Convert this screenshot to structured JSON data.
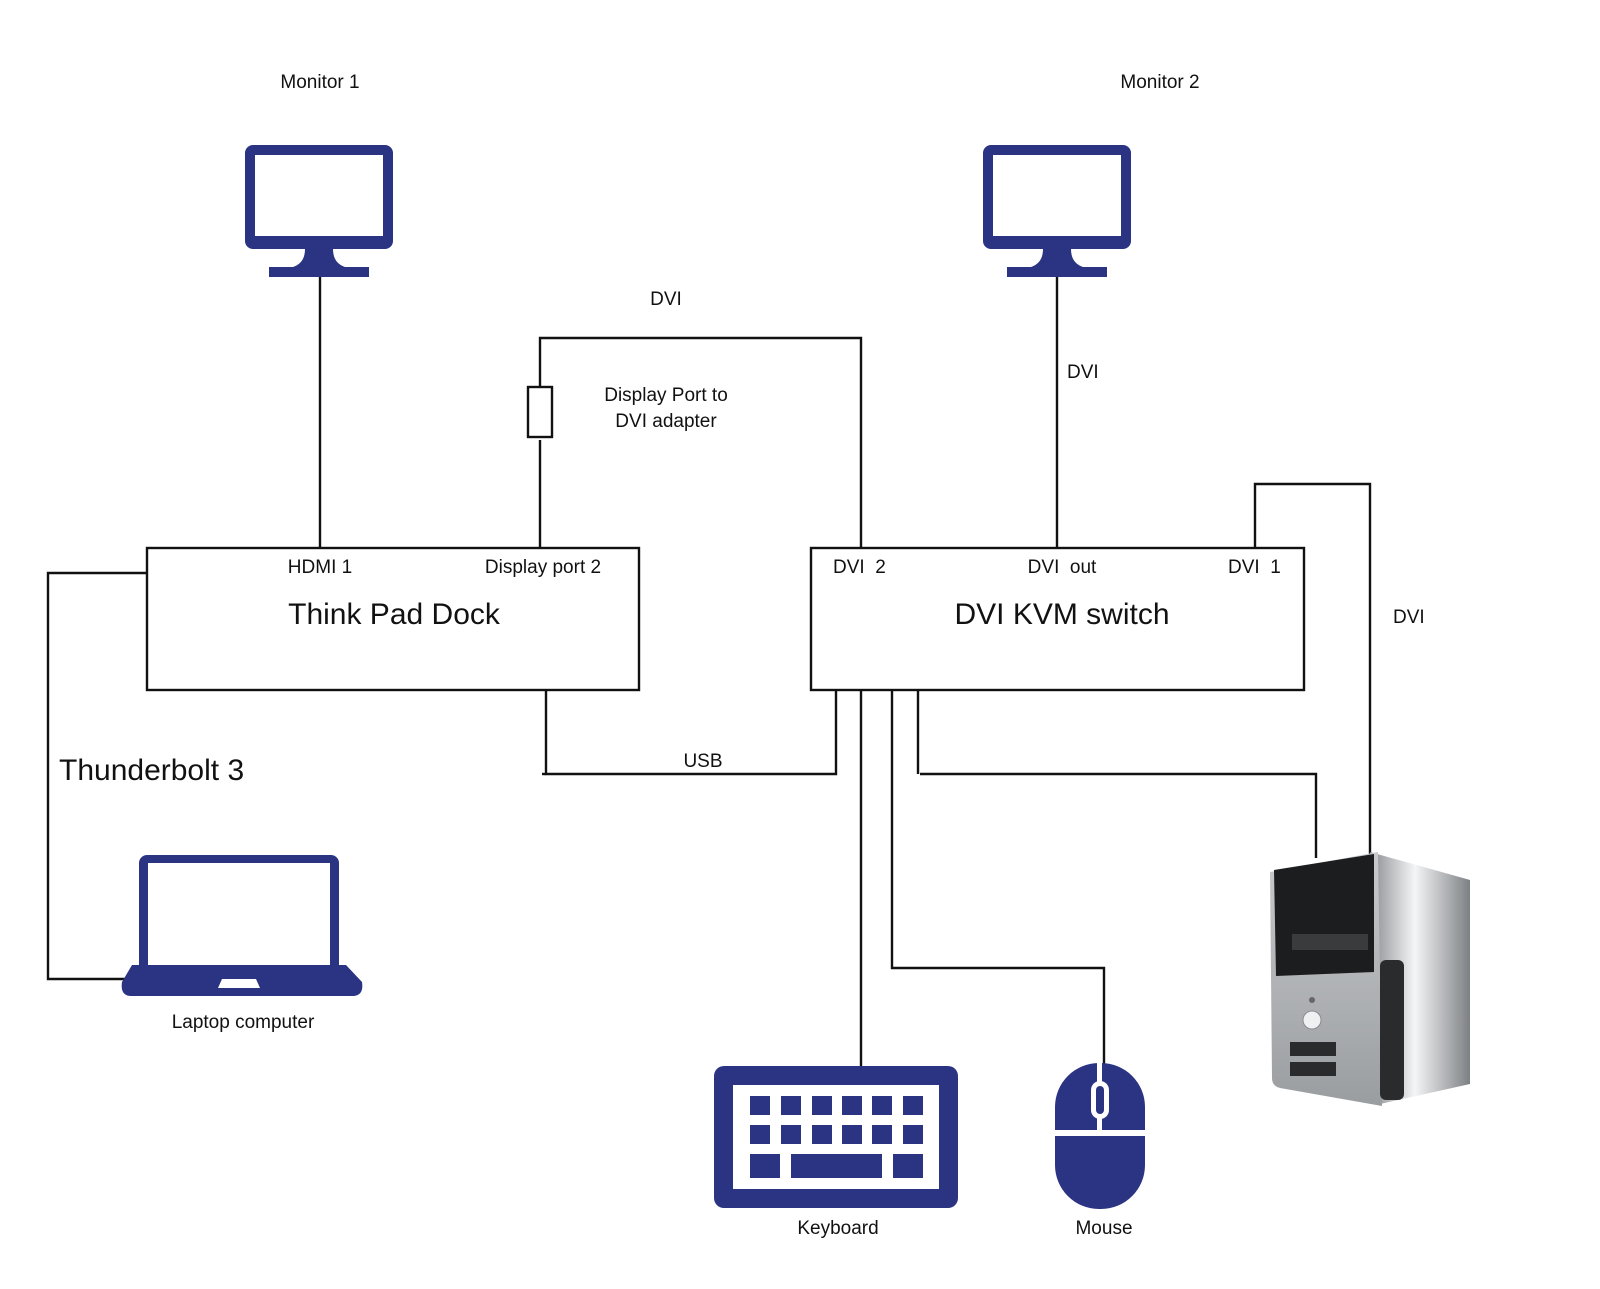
{
  "diagram": {
    "colors": {
      "icon_fill": "#2b3483",
      "line": "#111111",
      "background": "#ffffff"
    },
    "devices": {
      "monitor1": {
        "label": "Monitor 1",
        "icon": "monitor-icon"
      },
      "monitor2": {
        "label": "Monitor 2",
        "icon": "monitor-icon"
      },
      "laptop": {
        "label": "Laptop computer",
        "icon": "laptop-icon"
      },
      "keyboard": {
        "label": "Keyboard",
        "icon": "keyboard-icon"
      },
      "mouse": {
        "label": "Mouse",
        "icon": "mouse-icon"
      },
      "desktop": {
        "label": "",
        "icon": "desktop-tower-icon"
      }
    },
    "dock": {
      "title": "Think Pad Dock",
      "ports": [
        "HDMI 1",
        "Display port 2"
      ]
    },
    "kvm": {
      "title": "DVI KVM switch",
      "ports": [
        "DVI  2",
        "DVI  out",
        "DVI  1"
      ]
    },
    "adapter": {
      "label_line1": "Display Port to",
      "label_line2": "DVI adapter"
    },
    "connections": {
      "dock_to_kvm_top": "DVI",
      "kvm_to_monitor2": "DVI",
      "desktop_to_kvm": "DVI",
      "dock_to_kvm_usb": "USB",
      "laptop_to_dock": "Thunderbolt 3"
    }
  }
}
